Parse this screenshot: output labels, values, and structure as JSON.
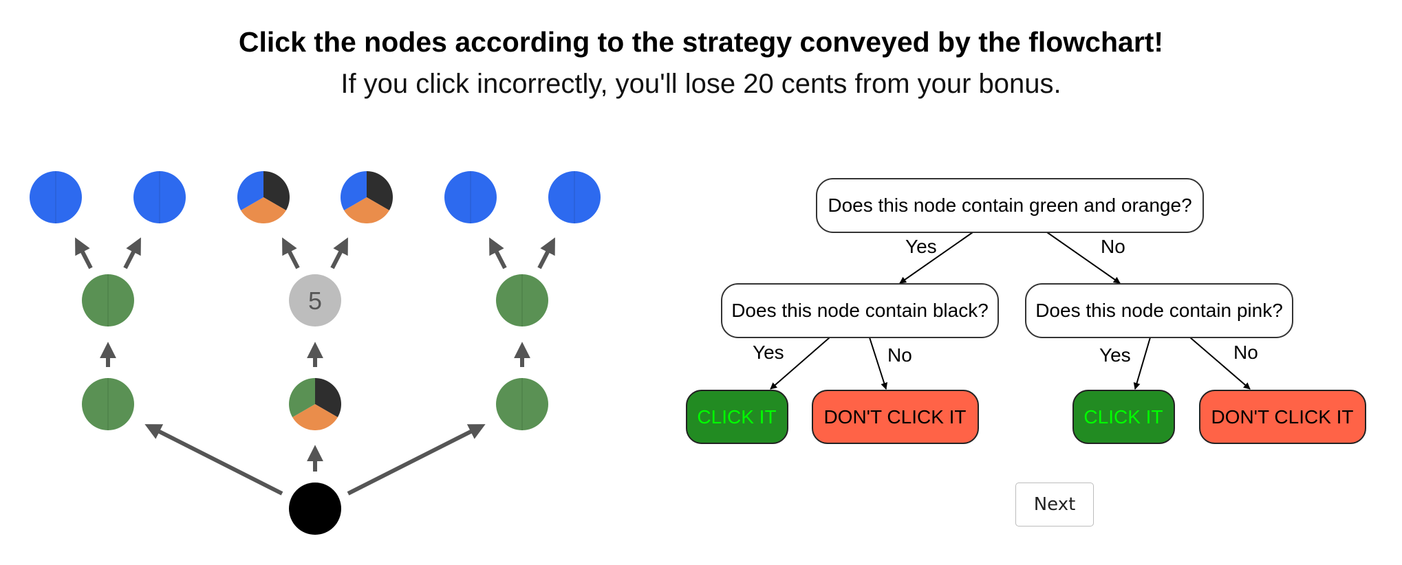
{
  "instructions": {
    "title": "Click the nodes according to the strategy conveyed by the flowchart!",
    "subtitle": "If you click incorrectly, you'll lose 20 cents from your bonus."
  },
  "tree": {
    "colors": {
      "blue": "#2D6AEF",
      "green": "#5A9154",
      "orange": "#EA8D4B",
      "black": "#2E2E2E",
      "gray": "#BDBDBD",
      "root": "#000000",
      "arrow": "#555555"
    },
    "nodes": [
      {
        "id": "root",
        "fill": "root",
        "label": ""
      },
      {
        "id": "left-1",
        "fill": "green",
        "label": ""
      },
      {
        "id": "center-1",
        "fill": "mixed-green-orange-black",
        "label": ""
      },
      {
        "id": "right-1",
        "fill": "green",
        "label": ""
      },
      {
        "id": "left-2",
        "fill": "green",
        "label": ""
      },
      {
        "id": "center-2",
        "fill": "gray",
        "label": "5"
      },
      {
        "id": "right-2",
        "fill": "green",
        "label": ""
      },
      {
        "id": "left-3a",
        "fill": "blue",
        "label": ""
      },
      {
        "id": "left-3b",
        "fill": "blue",
        "label": ""
      },
      {
        "id": "center-3a",
        "fill": "mixed-blue-orange-black",
        "label": ""
      },
      {
        "id": "center-3b",
        "fill": "mixed-blue-orange-black",
        "label": ""
      },
      {
        "id": "right-3a",
        "fill": "blue",
        "label": ""
      },
      {
        "id": "right-3b",
        "fill": "blue",
        "label": ""
      }
    ]
  },
  "flowchart": {
    "questions": {
      "q1": "Does this node contain green and orange?",
      "q2": "Does this node contain black?",
      "q3": "Does this node contain pink?"
    },
    "edges": {
      "yes": "Yes",
      "no": "No"
    },
    "outcomes": {
      "click": "CLICK IT",
      "dont_click": "DON'T CLICK IT"
    },
    "colors": {
      "click_fill": "#228B22",
      "click_text": "#00FF00",
      "dont_fill": "#FF6347",
      "dont_text": "#000000"
    }
  },
  "next_button": {
    "label": "Next"
  }
}
